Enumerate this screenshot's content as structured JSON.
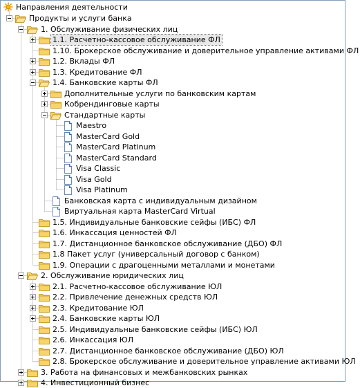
{
  "tree": {
    "root_label": "Направления деятельности",
    "nodes": [
      {
        "label": "Продукты и услуги банка",
        "level": 1,
        "icon": "folder-open-icon",
        "exp": "minus"
      },
      {
        "label": "1. Обслуживание физических лиц",
        "level": 2,
        "icon": "folder-open-icon",
        "exp": "minus"
      },
      {
        "label": "1.1. Расчетно-кассовое обслуживание ФЛ",
        "level": 3,
        "icon": "folder-icon",
        "exp": "plus",
        "selected": true
      },
      {
        "label": "1.10. Брокерское обслуживание и доверительное управление активами ФЛ",
        "level": 3,
        "icon": "folder-icon",
        "exp": ""
      },
      {
        "label": "1.2. Вклады ФЛ",
        "level": 3,
        "icon": "folder-icon",
        "exp": "plus"
      },
      {
        "label": "1.3. Кредитование ФЛ",
        "level": 3,
        "icon": "folder-icon",
        "exp": "plus"
      },
      {
        "label": "1.4. Банковские карты ФЛ",
        "level": 3,
        "icon": "folder-open-icon",
        "exp": "minus"
      },
      {
        "label": "Дополнительные услуги по банковским картам",
        "level": 4,
        "icon": "folder-icon",
        "exp": "plus"
      },
      {
        "label": "Кобрендинговые карты",
        "level": 4,
        "icon": "folder-icon",
        "exp": "plus"
      },
      {
        "label": "Стандартные карты",
        "level": 4,
        "icon": "folder-open-icon",
        "exp": "minus"
      },
      {
        "label": "Maestro",
        "level": 5,
        "icon": "document-icon",
        "exp": ""
      },
      {
        "label": "MasterCard Gold",
        "level": 5,
        "icon": "document-icon",
        "exp": ""
      },
      {
        "label": "MasterCard Platinum",
        "level": 5,
        "icon": "document-icon",
        "exp": ""
      },
      {
        "label": "MasterCard Standard",
        "level": 5,
        "icon": "document-icon",
        "exp": ""
      },
      {
        "label": "Visa Classic",
        "level": 5,
        "icon": "document-icon",
        "exp": ""
      },
      {
        "label": "Visa Gold",
        "level": 5,
        "icon": "document-icon",
        "exp": ""
      },
      {
        "label": "Visa Platinum",
        "level": 5,
        "icon": "document-icon",
        "exp": ""
      },
      {
        "label": "Банковская карта с индивидуальным дизайном",
        "level": 4,
        "icon": "document-icon",
        "exp": ""
      },
      {
        "label": "Виртуальная карта MasterCard Virtual",
        "level": 4,
        "icon": "document-icon",
        "exp": ""
      },
      {
        "label": "1.5. Индивидуальные банковские сейфы (ИБС) ФЛ",
        "level": 3,
        "icon": "folder-icon",
        "exp": ""
      },
      {
        "label": "1.6. Инкассация ценностей ФЛ",
        "level": 3,
        "icon": "folder-icon",
        "exp": ""
      },
      {
        "label": "1.7. Дистанционное банковское обслуживание (ДБО) ФЛ",
        "level": 3,
        "icon": "folder-icon",
        "exp": ""
      },
      {
        "label": "1.8 Пакет услуг (универсальный договор с банком)",
        "level": 3,
        "icon": "folder-icon",
        "exp": ""
      },
      {
        "label": "1.9. Операции с драгоценными металлами и монетами",
        "level": 3,
        "icon": "folder-icon",
        "exp": ""
      },
      {
        "label": "2. Обслуживание юридических лиц",
        "level": 2,
        "icon": "folder-open-icon",
        "exp": "minus"
      },
      {
        "label": "2.1. Расчетно-кассовое обслуживание ЮЛ",
        "level": 3,
        "icon": "folder-icon",
        "exp": "plus"
      },
      {
        "label": "2.2. Привлечение денежных средств ЮЛ",
        "level": 3,
        "icon": "folder-icon",
        "exp": "plus"
      },
      {
        "label": "2.3. Кредитование ЮЛ",
        "level": 3,
        "icon": "folder-icon",
        "exp": "plus"
      },
      {
        "label": "2.4. Банковские карты ЮЛ",
        "level": 3,
        "icon": "folder-icon",
        "exp": "plus"
      },
      {
        "label": "2.5. Индивидуальные банковские сейфы (ИБС) ЮЛ",
        "level": 3,
        "icon": "folder-icon",
        "exp": ""
      },
      {
        "label": "2.6. Инкассация ЮЛ",
        "level": 3,
        "icon": "folder-icon",
        "exp": ""
      },
      {
        "label": "2.7. Дистанционное банковское обслуживание (ДБО) ЮЛ",
        "level": 3,
        "icon": "folder-icon",
        "exp": ""
      },
      {
        "label": "2.8. Брокерское обслуживание и доверительное управление активами ЮЛ",
        "level": 3,
        "icon": "folder-icon",
        "exp": ""
      },
      {
        "label": "3. Работа на финансовых и межбанковских рынках",
        "level": 2,
        "icon": "folder-icon",
        "exp": "plus"
      },
      {
        "label": "4. Инвестиционный бизнес",
        "level": 2,
        "icon": "folder-icon",
        "exp": "plus"
      }
    ]
  },
  "colors": {
    "folder_fill": "#f7d46a",
    "folder_edge": "#b8860b",
    "star": "#f0a000",
    "doc_fold": "#2f5fa8",
    "line": "#a0a0a0",
    "selected_bg": "#e8e8e8"
  }
}
